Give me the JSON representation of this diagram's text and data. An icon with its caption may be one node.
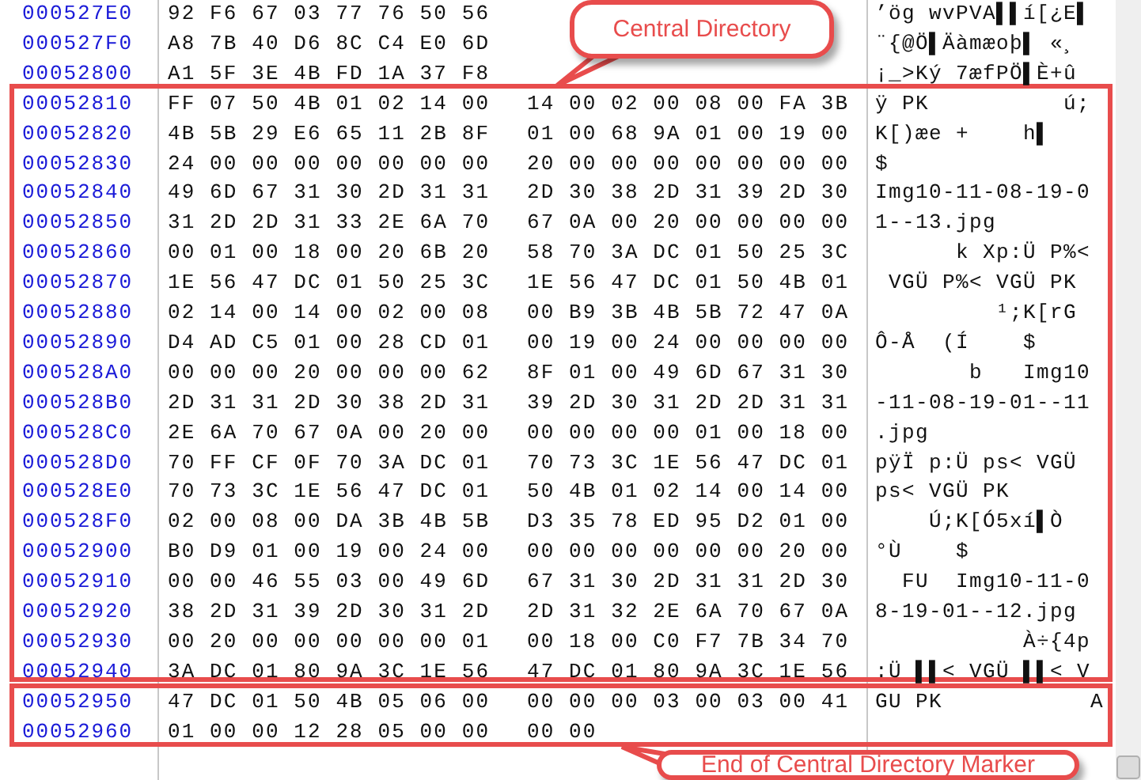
{
  "diagram": {
    "nodes": [
      {
        "text": [
          "Central Directory"
        ]
      },
      {
        "text": [],
        "shape": "box"
      },
      {
        "text": [],
        "shape": "box"
      },
      {
        "text": [
          "End of Central Directory Marker"
        ]
      }
    ],
    "edges": [
      {
        "from": 0,
        "to": 1,
        "arrow": "none"
      },
      {
        "from": 3,
        "to": 2,
        "arrow": "none"
      }
    ],
    "labels": [
      "000527E0",
      "92 F6 67 03 77 76 50 56",
      "’ög wvPVA▌▌í[¿E▌",
      "000527F0",
      "A8 7B 40 D6 8C C4 E0 6D",
      "¨{@Ö▌Äàmæoþ▌ «¸",
      "00052800",
      "A1 5F 3E 4B FD 1A 37 F8",
      "¡_>Ký 7æfPÖ▌È+û",
      "00052810",
      "FF 07 50 4B 01 02 14 00",
      "14 00 02 00 08 00 FA 3B",
      "ÿ PK          ú;",
      "00052820",
      "4B 5B 29 E6 65 11 2B 8F",
      "01 00 68 9A 01 00 19 00",
      "K[)æe +    h▌",
      "00052830",
      "24 00 00 00 00 00 00 00",
      "20 00 00 00 00 00 00 00",
      "$",
      "00052840",
      "49 6D 67 31 30 2D 31 31",
      "2D 30 38 2D 31 39 2D 30",
      "Img10-11-08-19-0",
      "00052850",
      "31 2D 2D 31 33 2E 6A 70",
      "67 0A 00 20 00 00 00 00",
      "1--13.jpg",
      "00052860",
      "00 01 00 18 00 20 6B 20",
      "58 70 3A DC 01 50 25 3C",
      "      k Xp:Ü P%<",
      "00052870",
      "1E 56 47 DC 01 50 25 3C",
      "1E 56 47 DC 01 50 4B 01",
      " VGÜ P%< VGÜ PK",
      "00052880",
      "02 14 00 14 00 02 00 08",
      "00 B9 3B 4B 5B 72 47 0A",
      "         ¹;K[rG",
      "00052890",
      "D4 AD C5 01 00 28 CD 01",
      "00 19 00 24 00 00 00 00",
      "Ô-Å  (Í    $",
      "000528A0",
      "00 00 00 20 00 00 00 62",
      "8F 01 00 49 6D 67 31 30",
      "       b   Img10",
      "000528B0",
      "2D 31 31 2D 30 38 2D 31",
      "39 2D 30 31 2D 2D 31 31",
      "-11-08-19-01--11",
      "000528C0",
      "2E 6A 70 67 0A 00 20 00",
      "00 00 00 00 01 00 18 00",
      ".jpg",
      "000528D0",
      "70 FF CF 0F 70 3A DC 01",
      "70 73 3C 1E 56 47 DC 01",
      "pÿÏ p:Ü ps< VGÜ",
      "000528E0",
      "70 73 3C 1E 56 47 DC 01",
      "50 4B 01 02 14 00 14 00",
      "ps< VGÜ PK",
      "000528F0",
      "02 00 08 00 DA 3B 4B 5B",
      "D3 35 78 ED 95 D2 01 00",
      "    Ú;K[Ó5xí▌Ò",
      "00052900",
      "B0 D9 01 00 19 00 24 00",
      "00 00 00 00 00 00 20 00",
      "°Ù    $",
      "00052910",
      "00 00 46 55 03 00 49 6D",
      "67 31 30 2D 31 31 2D 30",
      "  FU  Img10-11-0",
      "00052920",
      "38 2D 31 39 2D 30 31 2D",
      "2D 31 32 2E 6A 70 67 0A",
      "8-19-01--12.jpg",
      "00052930",
      "00 20 00 00 00 00 00 01",
      "00 18 00 C0 F7 7B 34 70",
      "           À÷{4p",
      "00052940",
      "3A DC 01 80 9A 3C 1E 56",
      "47 DC 01 80 9A 3C 1E 56",
      ":Ü ▌▌< VGÜ ▌▌< V",
      "00052950",
      "47 DC 01 50 4B 05 06 00",
      "00 00 00 03 00 03 00 41",
      "GU PK           A",
      "00052960",
      "01 00 00 12 28 05 00 00",
      "00 00"
    ]
  }
}
